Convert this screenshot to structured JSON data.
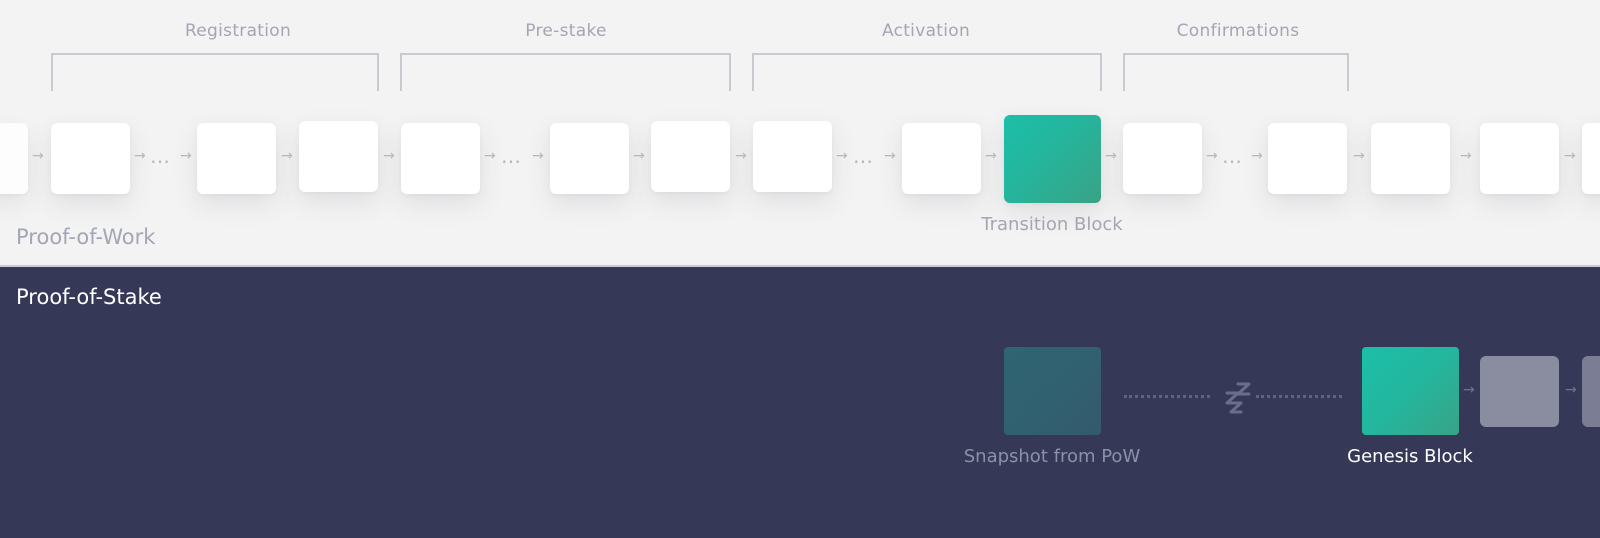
{
  "sections": {
    "pow_title": "Proof-of-Work",
    "pos_title": "Proof-of-Stake"
  },
  "phases": [
    "Registration",
    "Pre-stake",
    "Activation",
    "Confirmations"
  ],
  "captions": {
    "transition_block": "Transition Block",
    "snapshot": "Snapshot from PoW",
    "genesis_block": "Genesis Block"
  },
  "glyphs": {
    "arrow": "→",
    "ellipsis": "…"
  },
  "colors": {
    "pow_background": "#f3f3f3",
    "pos_background": "#353857",
    "highlight_green": "#1bbfa8",
    "snapshot_teal": "#2f6472",
    "pos_block_gray": "#8a8ca0"
  },
  "icons": {
    "sleep": "zzz-icon"
  }
}
